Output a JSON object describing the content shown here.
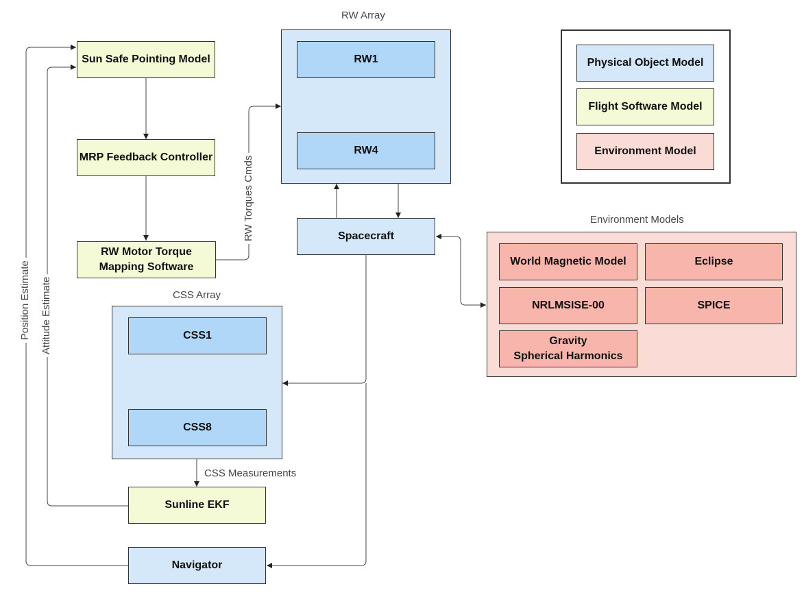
{
  "diagram": {
    "fsw_blocks": {
      "sun_safe": "Sun Safe Pointing Model",
      "mrp": "MRP Feedback Controller",
      "rw_motor": "RW Motor Torque\nMapping Software",
      "sunline": "Sunline EKF"
    },
    "physical_blocks": {
      "rw_array_title": "RW Array",
      "rw1": "RW1",
      "rw4": "RW4",
      "spacecraft": "Spacecraft",
      "css_array_title": "CSS Array",
      "css1": "CSS1",
      "css8": "CSS8",
      "navigator": "Navigator"
    },
    "environment": {
      "title": "Environment Models",
      "wmm": "World Magnetic Model",
      "eclipse": "Eclipse",
      "nrlmsise": "NRLMSISE-00",
      "spice": "SPICE",
      "gravity": "Gravity\nSpherical Harmonics"
    },
    "legend": {
      "physical": "Physical Object Model",
      "fsw": "Flight Software Model",
      "env": "Environment Model"
    },
    "edge_labels": {
      "rw_torques": "RW Torques Cmds",
      "css_meas": "CSS Measurements",
      "position": "Position Estimate",
      "attitude": "Attitude Estimate"
    },
    "colors": {
      "fsw": "#f4f9d6",
      "physical": "#d4e8fa",
      "physical_inner": "#b0d6f8",
      "environment": "#fadbd6",
      "environment_inner": "#f7b5ab"
    }
  }
}
